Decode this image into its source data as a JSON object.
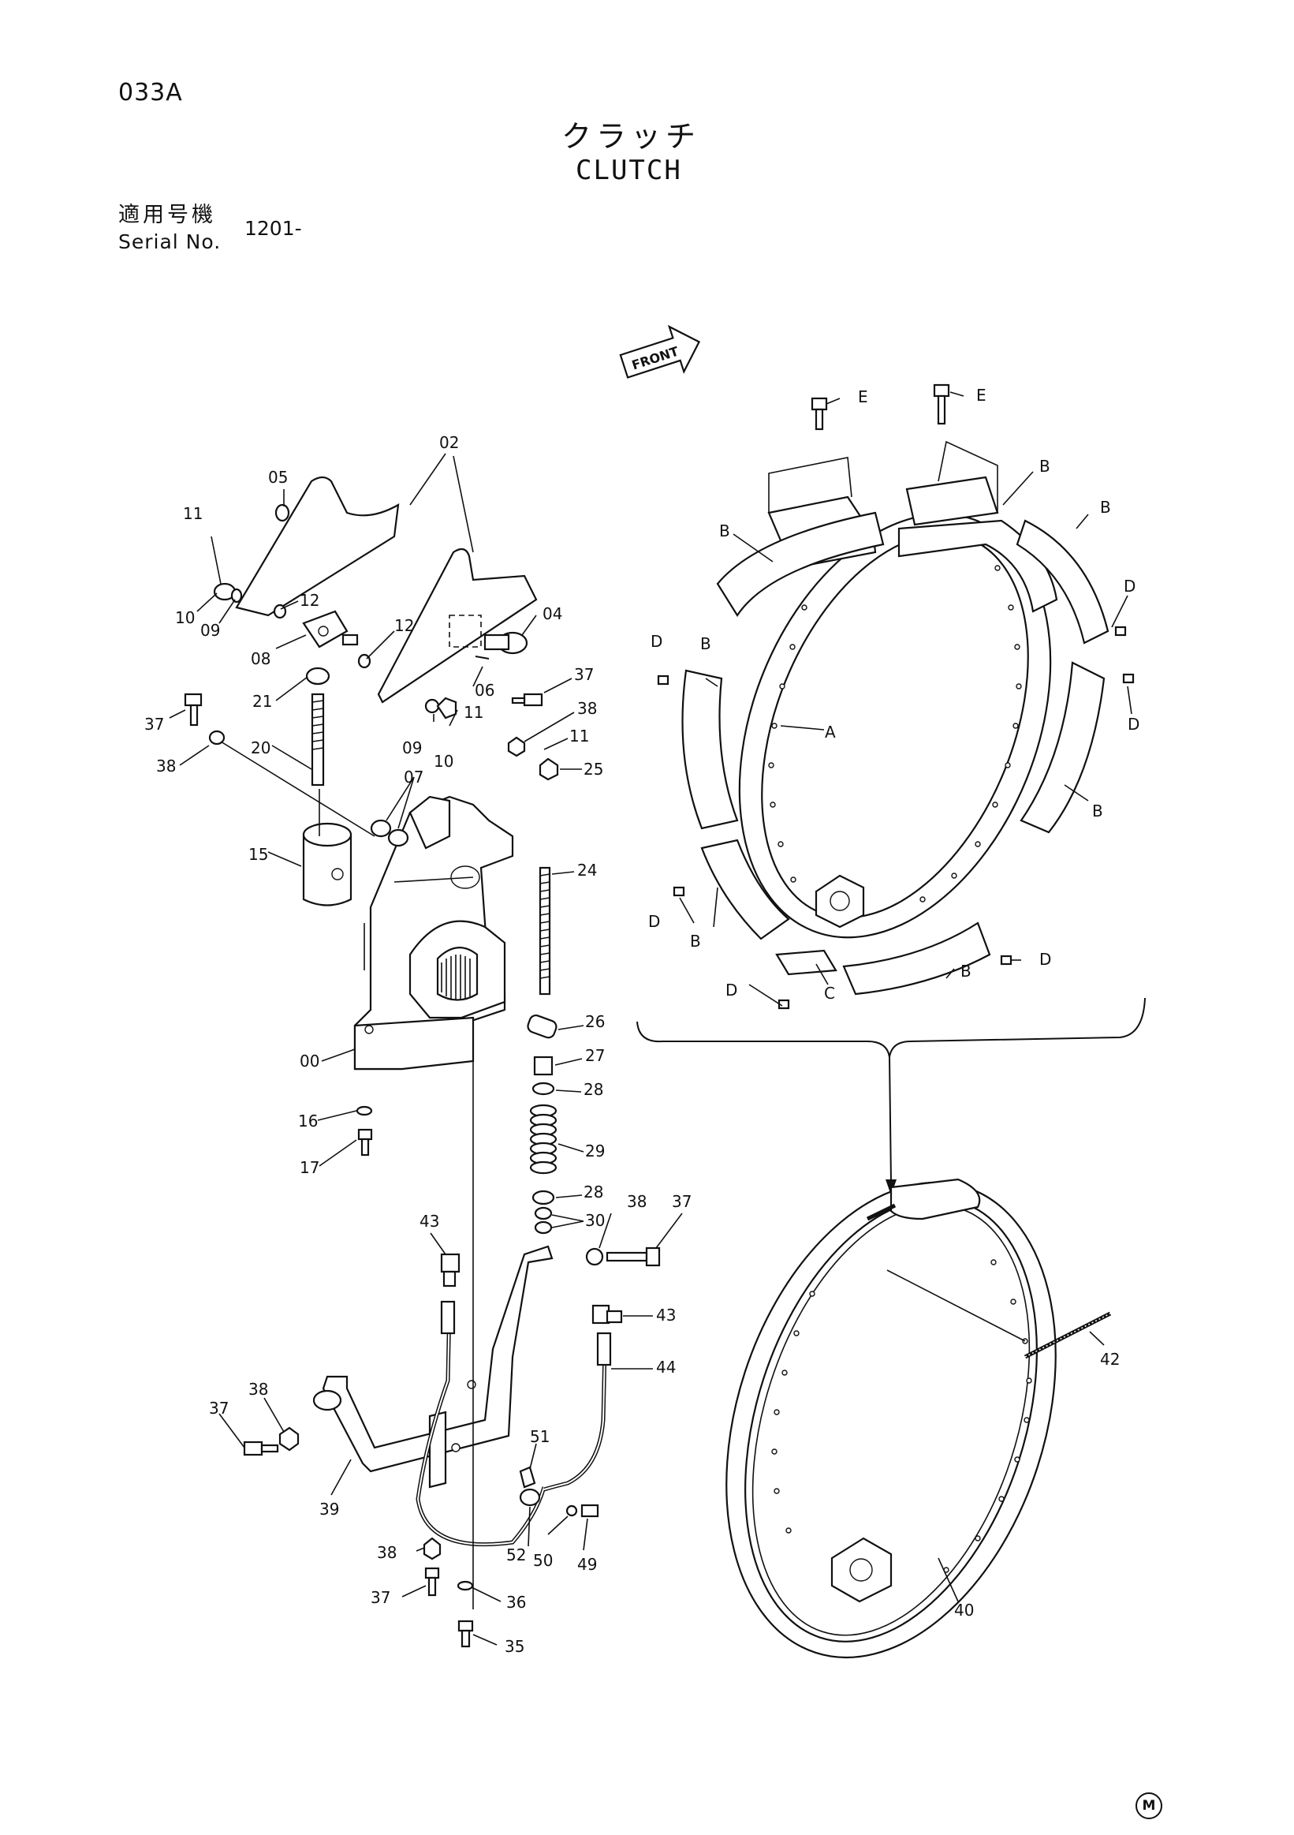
{
  "header": {
    "page_code": "033A",
    "title_ja": "クラッチ",
    "title_en": "CLUTCH",
    "serial_label_ja": "適用号機",
    "serial_label_en": "Serial No.",
    "serial_value": "1201-"
  },
  "front_arrow_label": "FRONT",
  "mark": "M",
  "part_labels": {
    "p00": "00",
    "p02": "02",
    "p04": "04",
    "p05": "05",
    "p06": "06",
    "p07": "07",
    "p08": "08",
    "p09a": "09",
    "p09b": "09",
    "p10a": "10",
    "p10b": "10",
    "p11a": "11",
    "p11b": "11",
    "p11c": "11",
    "p12a": "12",
    "p12b": "12",
    "p15": "15",
    "p16": "16",
    "p17": "17",
    "p20": "20",
    "p21": "21",
    "p24": "24",
    "p25": "25",
    "p26": "26",
    "p27": "27",
    "p28a": "28",
    "p28b": "28",
    "p29": "29",
    "p30": "30",
    "p35": "35",
    "p36": "36",
    "p37a": "37",
    "p37b": "37",
    "p37c": "37",
    "p37d": "37",
    "p37e": "37",
    "p38a": "38",
    "p38b": "38",
    "p38c": "38",
    "p38d": "38",
    "p38e": "38",
    "p39": "39",
    "p40": "40",
    "p42": "42",
    "p43a": "43",
    "p43b": "43",
    "p44": "44",
    "p49": "49",
    "p50": "50",
    "p51": "51",
    "p52": "52"
  },
  "letter_labels": {
    "A": "A",
    "C": "C",
    "E1": "E",
    "E2": "E",
    "B1": "B",
    "B2": "B",
    "B3": "B",
    "B4": "B",
    "B5": "B",
    "B6": "B",
    "B7": "B",
    "D1": "D",
    "D2": "D",
    "D3": "D",
    "D4": "D",
    "D5": "D",
    "D6": "D"
  }
}
